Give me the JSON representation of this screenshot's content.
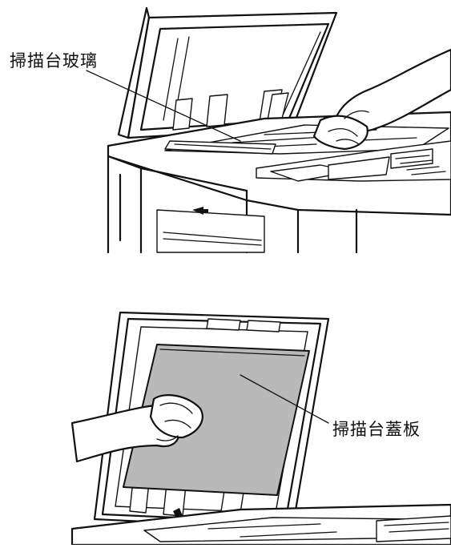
{
  "labels": {
    "platen_glass": "掃描台玻璃",
    "platen_cover": "掃描台蓋板"
  },
  "colors": {
    "line": "#111111",
    "highlight_fill": "#b9b9b9",
    "background": "#ffffff"
  },
  "panels": [
    {
      "name": "cleaning-platen-glass",
      "label_key": "platen_glass"
    },
    {
      "name": "cleaning-platen-cover",
      "label_key": "platen_cover"
    }
  ]
}
